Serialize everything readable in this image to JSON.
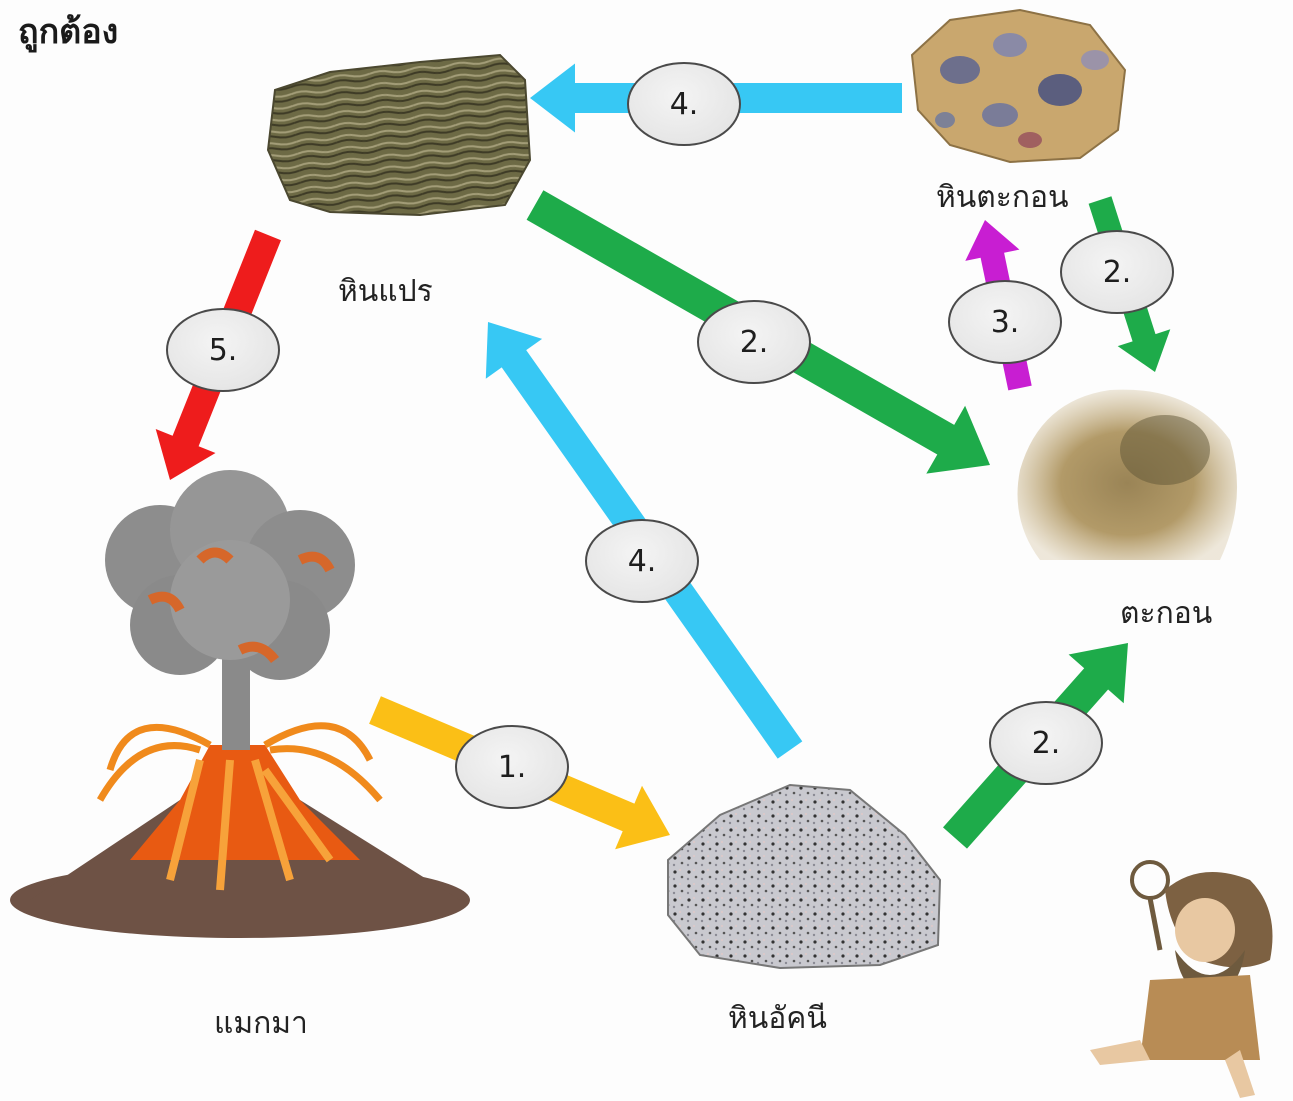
{
  "status": "ถูกต้อง",
  "labels": {
    "metamorphic": "หินแปร",
    "sedimentary_rock": "หินตะกอน",
    "sediment": "ตะกอน",
    "magma": "แมกมา",
    "igneous": "หินอัคนี"
  },
  "steps": [
    {
      "id": "4-top",
      "label": "4.",
      "color": "#37c8f4"
    },
    {
      "id": "2-metamorphic-sediment",
      "label": "2.",
      "color": "#1eab4a"
    },
    {
      "id": "2-sedrock-sediment",
      "label": "2.",
      "color": "#1eab4a"
    },
    {
      "id": "3",
      "label": "3.",
      "color": "#c81ed2"
    },
    {
      "id": "5",
      "label": "5.",
      "color": "#ee1c1c"
    },
    {
      "id": "4-igneous-metamorphic",
      "label": "4.",
      "color": "#37c8f4"
    },
    {
      "id": "1",
      "label": "1.",
      "color": "#fbbf16"
    },
    {
      "id": "2-igneous-sediment",
      "label": "2.",
      "color": "#1eab4a"
    }
  ],
  "icons": [
    "volcano-icon",
    "metamorphic-rock-icon",
    "conglomerate-rock-icon",
    "sediment-pile-icon",
    "granite-rock-icon",
    "caveman-icon"
  ]
}
